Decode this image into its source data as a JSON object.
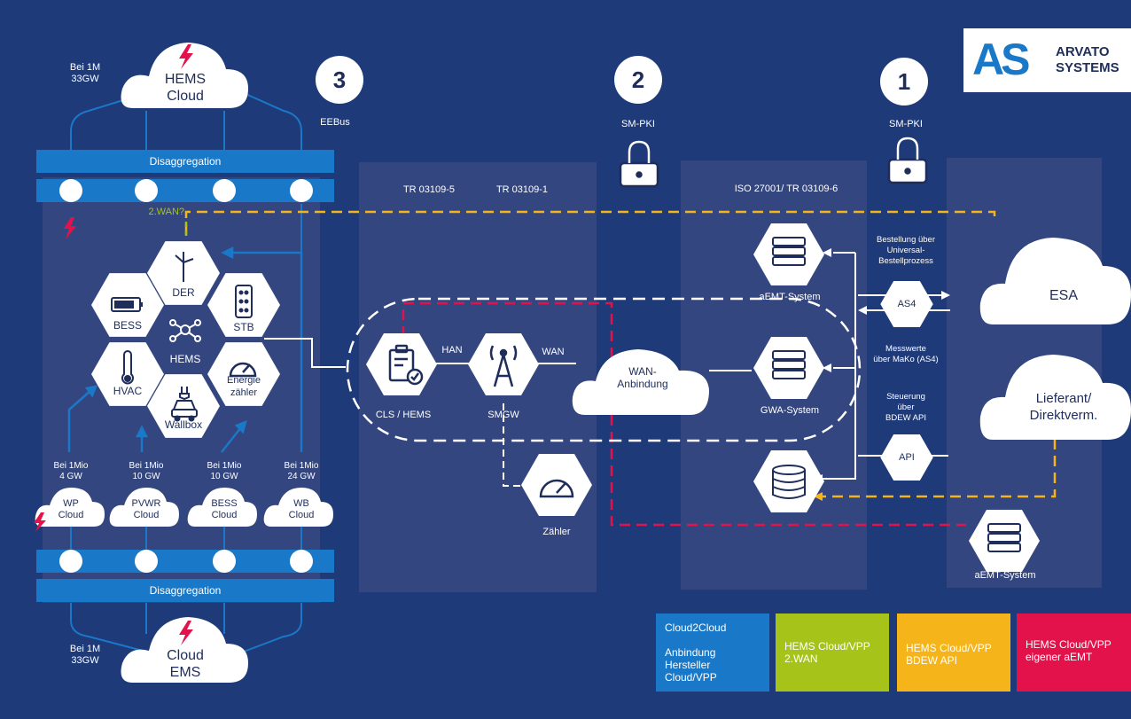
{
  "badges": {
    "one": "1",
    "two": "2",
    "three": "3"
  },
  "labels": {
    "eebus": "EEBus",
    "smpki_2": "SM-PKI",
    "smpki_1": "SM-PKI",
    "tr_5": "TR 03109-5",
    "tr_1": "TR 03109-1",
    "iso": "ISO 27001/ TR 03109-6",
    "wan_question": "2.WAN?",
    "han": "HAN",
    "wan": "WAN",
    "cls_hems": "CLS / HEMS",
    "smgw": "SMGW",
    "zaehler": "Zähler",
    "aemt_system": "aEMT-System",
    "gwa_system": "GWA-System",
    "aemt_system_2": "aEMT-System",
    "bestellung_1": "Bestellung über",
    "bestellung_2": "Universal-",
    "bestellung_3": "Bestellprozess",
    "as4": "AS4",
    "messwerte_1": "Messwerte",
    "messwerte_2": "über MaKo (AS4)",
    "steuerung_1": "Steuerung",
    "steuerung_2": "über",
    "steuerung_3": "BDEW API",
    "api": "API"
  },
  "clouds": {
    "hems_cloud_1": "HEMS",
    "hems_cloud_2": "Cloud",
    "cloud_ems_1": "Cloud",
    "cloud_ems_2": "EMS",
    "wan_1": "WAN-",
    "wan_2": "Anbindung",
    "esa": "ESA",
    "lieferant_1": "Lieferant/",
    "lieferant_2": "Direktverm.",
    "wp_1": "WP",
    "wp_2": "Cloud",
    "pvwr_1": "PVWR",
    "pvwr_2": "Cloud",
    "bess_1": "BESS",
    "bess_2": "Cloud",
    "wb_1": "WB",
    "wb_2": "Cloud"
  },
  "capacity": {
    "top_1": "Bei 1M",
    "top_2": "33GW",
    "bottom_1": "Bei 1M",
    "bottom_2": "33GW",
    "wp_1": "Bei 1Mio",
    "wp_2": "4 GW",
    "pvwr_1": "Bei 1Mio",
    "pvwr_2": "10 GW",
    "bess_1": "Bei 1Mio",
    "bess_2": "10 GW",
    "wb_1": "Bei 1Mio",
    "wb_2": "24 GW"
  },
  "bars": {
    "top": "Disaggregation",
    "bottom": "Disaggregation"
  },
  "hex": {
    "der": "DER",
    "bess": "BESS",
    "stb": "STB",
    "hems": "HEMS",
    "hvac": "HVAC",
    "energie_1": "Energie",
    "energie_2": "zähler",
    "wallbox": "Wallbox"
  },
  "legend": {
    "cloud2cloud_title": "Cloud2Cloud",
    "cloud2cloud_1": "Anbindung",
    "cloud2cloud_2": "Hersteller",
    "cloud2cloud_3": "Cloud/VPP",
    "wan_1": "HEMS Cloud/VPP",
    "wan_2": "2.WAN",
    "bdew_1": "HEMS Cloud/VPP",
    "bdew_2": "BDEW API",
    "aemt_1": "HEMS Cloud/VPP",
    "aemt_2": "eigener aEMT"
  },
  "logo": {
    "mark": "AS",
    "line1": "ARVATO",
    "line2": "SYSTEMS"
  },
  "colors": {
    "background": "#1e3a78",
    "panel": "#34467f",
    "blue": "#1a78c8",
    "green": "#a6c31a",
    "yellow": "#f5b51a",
    "red": "#e3124b",
    "white": "#ffffff"
  },
  "icons": [
    "lightning-icon",
    "lock-icon",
    "server-icon",
    "database-icon",
    "gauge-icon",
    "antenna-icon",
    "clipboard-check-icon",
    "wind-turbine-icon",
    "battery-icon",
    "remote-control-icon",
    "network-people-icon",
    "thermometer-icon",
    "car-plug-icon"
  ]
}
